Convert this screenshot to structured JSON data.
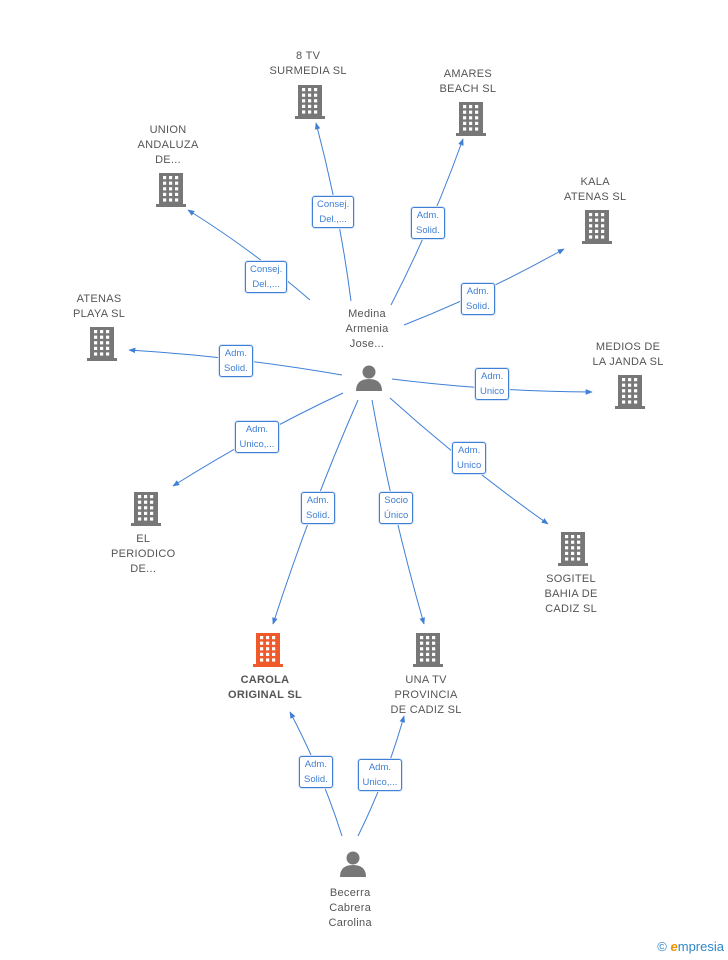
{
  "colors": {
    "edge": "#3f7fd6",
    "building": "#777777",
    "building_highlight": "#f05a2a",
    "person": "#777777",
    "label_text": "#555555"
  },
  "nodes": [
    {
      "id": "surmedia",
      "type": "company",
      "lines": [
        "8 TV",
        "SURMEDIA SL"
      ]
    },
    {
      "id": "amares",
      "type": "company",
      "lines": [
        "AMARES",
        "BEACH  SL"
      ]
    },
    {
      "id": "union",
      "type": "company",
      "lines": [
        "UNION",
        "ANDALUZA",
        "DE..."
      ]
    },
    {
      "id": "kala",
      "type": "company",
      "lines": [
        "KALA",
        "ATENAS  SL"
      ]
    },
    {
      "id": "atenas",
      "type": "company",
      "lines": [
        "ATENAS",
        "PLAYA  SL"
      ]
    },
    {
      "id": "medios",
      "type": "company",
      "lines": [
        "MEDIOS DE",
        "LA JANDA SL"
      ]
    },
    {
      "id": "periodico",
      "type": "company",
      "lines": [
        "EL",
        "PERIODICO",
        "DE..."
      ]
    },
    {
      "id": "sogitel",
      "type": "company",
      "lines": [
        "SOGITEL",
        "BAHIA DE",
        "CADIZ SL"
      ]
    },
    {
      "id": "carola",
      "type": "company",
      "highlight": true,
      "lines": [
        "CAROLA",
        "ORIGINAL  SL"
      ]
    },
    {
      "id": "unatv",
      "type": "company",
      "lines": [
        "UNA TV",
        "PROVINCIA",
        "DE CADIZ SL"
      ]
    },
    {
      "id": "medina",
      "type": "person",
      "lines": [
        "Medina",
        "Armenia",
        "Jose..."
      ]
    },
    {
      "id": "becerra",
      "type": "person",
      "lines": [
        "Becerra",
        "Cabrera",
        "Carolina"
      ]
    }
  ],
  "edges": [
    {
      "from": "medina",
      "to": "surmedia",
      "lines": [
        "Consej.",
        "Del.,..."
      ]
    },
    {
      "from": "medina",
      "to": "amares",
      "lines": [
        "Adm.",
        "Solid."
      ]
    },
    {
      "from": "medina",
      "to": "union",
      "lines": [
        "Consej.",
        "Del.,..."
      ]
    },
    {
      "from": "medina",
      "to": "kala",
      "lines": [
        "Adm.",
        "Solid."
      ]
    },
    {
      "from": "medina",
      "to": "atenas",
      "lines": [
        "Adm.",
        "Solid."
      ]
    },
    {
      "from": "medina",
      "to": "medios",
      "lines": [
        "Adm.",
        "Unico"
      ]
    },
    {
      "from": "medina",
      "to": "periodico",
      "lines": [
        "Adm.",
        "Unico,..."
      ]
    },
    {
      "from": "medina",
      "to": "sogitel",
      "lines": [
        "Adm.",
        "Unico"
      ]
    },
    {
      "from": "medina",
      "to": "carola",
      "lines": [
        "Adm.",
        "Solid."
      ]
    },
    {
      "from": "medina",
      "to": "unatv",
      "lines": [
        "Socio",
        "Único"
      ]
    },
    {
      "from": "becerra",
      "to": "carola",
      "lines": [
        "Adm.",
        "Solid."
      ]
    },
    {
      "from": "becerra",
      "to": "unatv",
      "lines": [
        "Adm.",
        "Unico,..."
      ]
    }
  ],
  "watermark": {
    "symbol": "©",
    "brand_initial": "e",
    "brand_rest": "mpresia"
  }
}
